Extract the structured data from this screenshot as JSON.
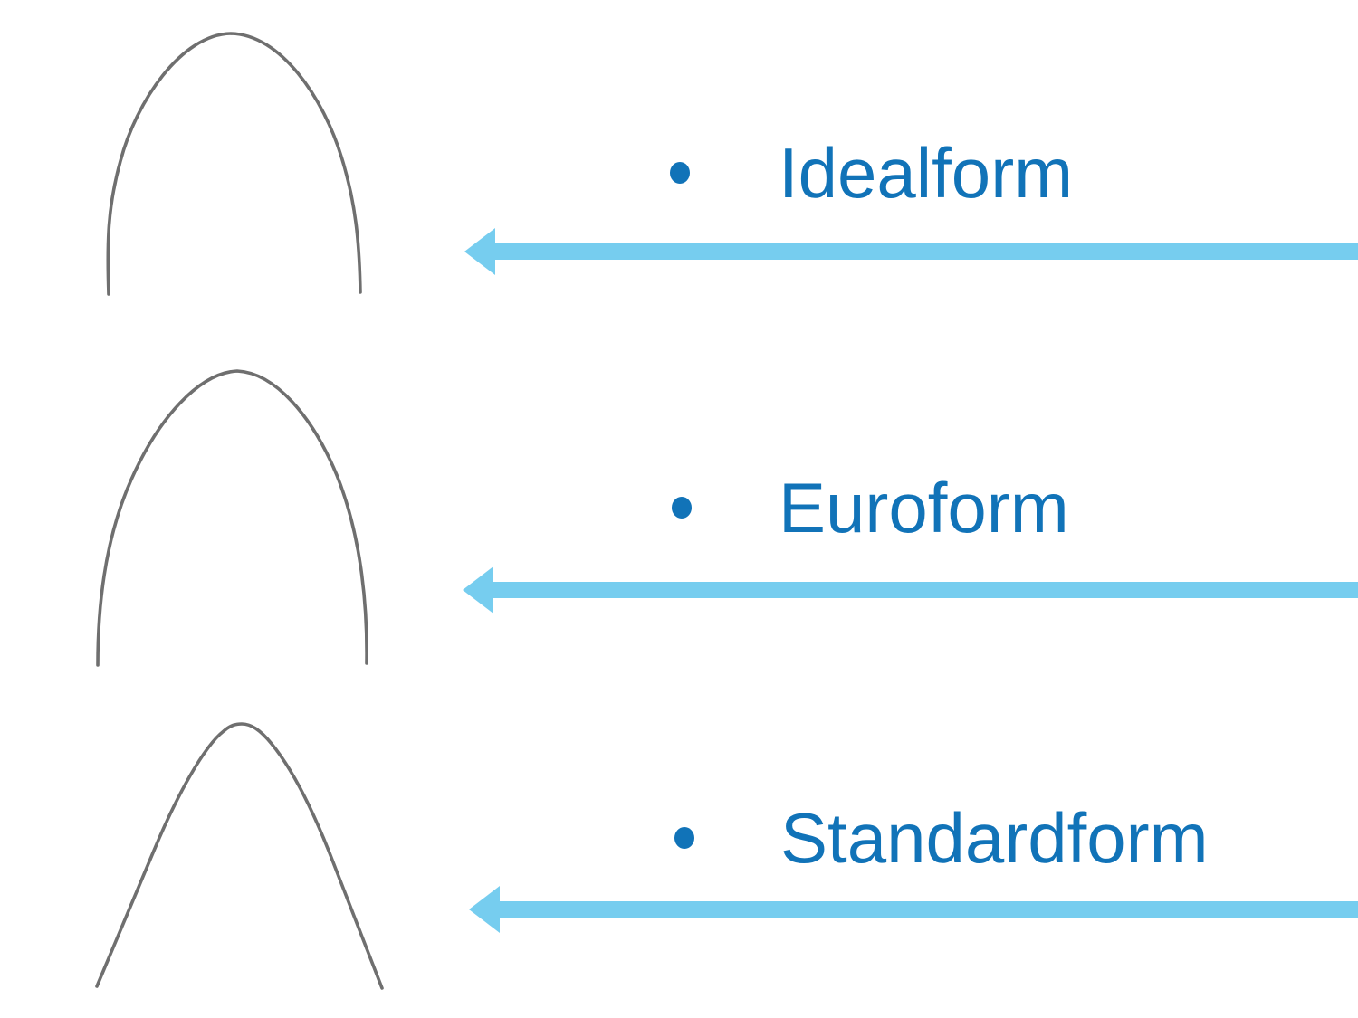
{
  "slide": {
    "bullet_glyph": "•",
    "items": [
      {
        "label": "Idealform"
      },
      {
        "label": "Euroform"
      },
      {
        "label": "Standardform"
      }
    ]
  },
  "colors": {
    "label_blue": "#1173b8",
    "arrow_blue": "#76cdef",
    "wire_gray": "#6f6f6f",
    "background": "#ffffff"
  }
}
